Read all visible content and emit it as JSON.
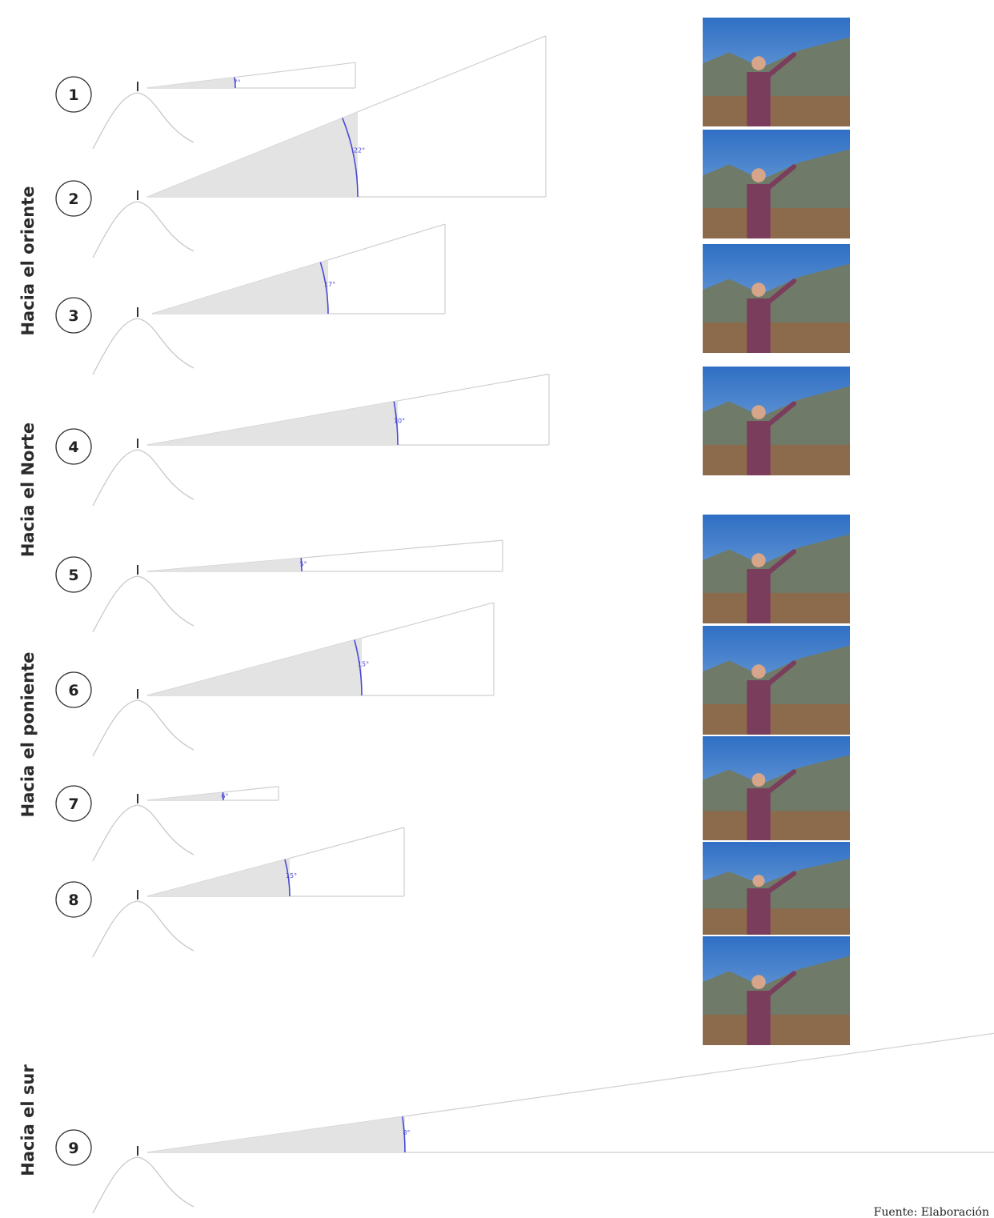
{
  "groups": [
    {
      "id": "oriente",
      "label": "Hacia el oriente"
    },
    {
      "id": "norte",
      "label": "Hacia el Norte"
    },
    {
      "id": "poniente",
      "label": "Hacia el poniente"
    },
    {
      "id": "sur",
      "label": "Hacia el sur"
    }
  ],
  "observations": [
    {
      "number": "1",
      "angle_label": "7°",
      "angle_deg": 7,
      "group": "oriente",
      "photo": "photo-person-pointing"
    },
    {
      "number": "2",
      "angle_label": "22°",
      "angle_deg": 22,
      "group": "oriente",
      "photo": "photo-person-pointing"
    },
    {
      "number": "3",
      "angle_label": "17°",
      "angle_deg": 17,
      "group": "oriente",
      "photo": "photo-person-pointing"
    },
    {
      "number": "4",
      "angle_label": "10°",
      "angle_deg": 10,
      "group": "norte",
      "photo": "photo-person-pointing"
    },
    {
      "number": "5",
      "angle_label": "5°",
      "angle_deg": 5,
      "group": "poniente",
      "photo": "photo-person-pointing"
    },
    {
      "number": "6",
      "angle_label": "15°",
      "angle_deg": 15,
      "group": "poniente",
      "photo": "photo-person-pointing"
    },
    {
      "number": "7",
      "angle_label": "6°",
      "angle_deg": 6,
      "group": "poniente",
      "photo": "photo-person-pointing"
    },
    {
      "number": "8",
      "angle_label": "15°",
      "angle_deg": 15,
      "group": "poniente",
      "photo": "photo-person-pointing"
    },
    {
      "number": "9",
      "angle_label": "8°",
      "angle_deg": 8,
      "group": "sur",
      "photo": null
    }
  ],
  "photo_count": 9,
  "colors": {
    "shade": "#e3e3e3",
    "line": "#cfcfcf",
    "arc": "#4a4ad6",
    "sky": "#4d86cf",
    "mountain": "#6f7a68",
    "ground": "#8c6a4c",
    "shirt": "#7a3e5c"
  },
  "source": "Fuente: Elaboración"
}
